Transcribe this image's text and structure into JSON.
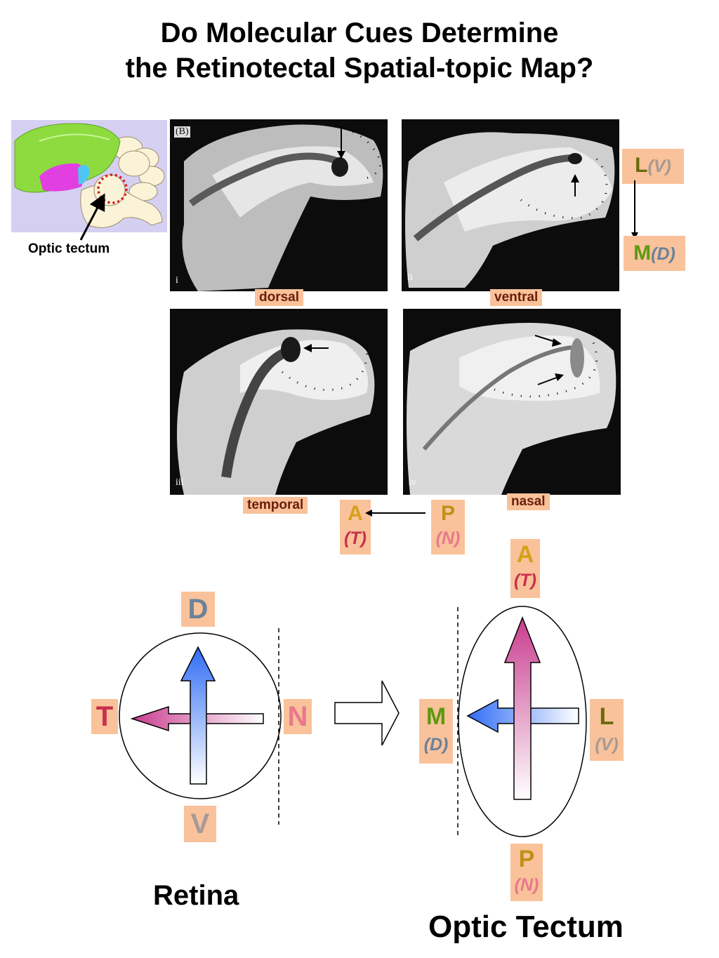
{
  "title_line1": "Do Molecular Cues Determine",
  "title_line2": "the Retinotectal Spatial-topic Map?",
  "brain": {
    "callout": "Optic tectum"
  },
  "photos": [
    {
      "numeral": "i",
      "panel_letter": "(B)",
      "caption": "dorsal"
    },
    {
      "numeral": "ii",
      "caption": "ventral"
    },
    {
      "numeral": "iii",
      "caption": "temporal"
    },
    {
      "numeral": "iv",
      "caption": "nasal"
    }
  ],
  "axis_lm": {
    "top": "L",
    "top_sub": "(V)",
    "bottom": "M",
    "bottom_sub": "(D)"
  },
  "axis_ap": {
    "left": "A",
    "left_sub": "(T)",
    "right": "P",
    "right_sub": "(N)"
  },
  "retina": {
    "label": "Retina",
    "top": "D",
    "bottom": "V",
    "left": "T",
    "right": "N"
  },
  "tectum": {
    "label": "Optic Tectum",
    "top": "A",
    "top_sub": "(T)",
    "bottom": "P",
    "bottom_sub": "(N)",
    "left": "M",
    "left_sub": "(D)",
    "right": "L",
    "right_sub": "(V)"
  },
  "colors": {
    "tag_bg": "#f9c29a",
    "gold": "#d4a21a",
    "green": "#5c9a12",
    "pink": "#e8798c",
    "crimson": "#c9304e",
    "slate": "#6b829a",
    "gray": "#a59a96",
    "olive": "#6a6a10",
    "brain_green": "#8edb3f",
    "brain_magenta": "#e13fe1",
    "brain_blue": "#4fc6f2",
    "brain_cream": "#fbf3d8",
    "brain_bg": "#d5d0f2"
  }
}
